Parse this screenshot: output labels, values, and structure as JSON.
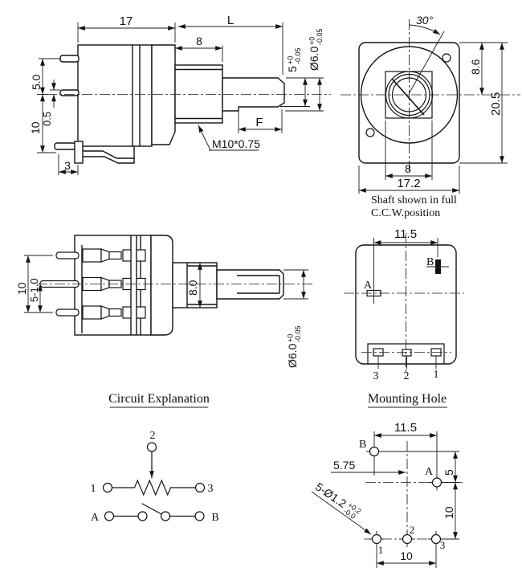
{
  "side_view": {
    "dim_width": "17",
    "dim_shaft_len": "L",
    "dim_bushing_len": "8",
    "dim_pin_top": "5.0",
    "dim_pin_offset": "0.5",
    "dim_pin_bottom": "10",
    "dim_bracket": "3",
    "thread_spec": "M10*0.75",
    "dim_flat_len": "F",
    "flat_dim": {
      "base": "5",
      "tol_plus": "+0",
      "tol_minus": "-0.05"
    },
    "shaft_dia": {
      "base": "Ø6.0",
      "tol_plus": "+0",
      "tol_minus": "-0.05"
    }
  },
  "front_view": {
    "angle": "30°",
    "dim_top_to_center": "8.6",
    "dim_height": "20.5",
    "dim_window": "8",
    "dim_width": "17.2",
    "caption_line1": "Shaft shown in full",
    "caption_line2": "C.C.W.position"
  },
  "bottom_view": {
    "dim_pin_span": "10",
    "dim_pin_pitch": "5-1.0",
    "dim_bushing": "8.0",
    "shaft_dia": {
      "base": "Ø6.0",
      "tol_plus": "+0",
      "tol_minus": "-0.05"
    }
  },
  "rear_view": {
    "dim_terminal_span": "11.5",
    "label_a": "A",
    "label_b": "B",
    "terminal_3": "3",
    "terminal_2": "2",
    "terminal_1": "1"
  },
  "circuit": {
    "title": "Circuit Explanation",
    "terminal_2": "2",
    "terminal_1": "1",
    "terminal_3": "3",
    "switch_a": "A",
    "switch_b": "B"
  },
  "mounting": {
    "title": "Mounting Hole",
    "dim_span": "11.5",
    "dim_b_offset": "5.75",
    "dim_ab_vertical": "5",
    "dim_a_to_row": "10",
    "dim_row_width": "10",
    "label_b": "B",
    "label_a": "A",
    "hole_1": "1",
    "hole_2": "2",
    "hole_3": "3",
    "callout": {
      "base": "5-Ø1.2",
      "tol_plus": "+0.2",
      "tol_minus": "-0.0"
    }
  }
}
